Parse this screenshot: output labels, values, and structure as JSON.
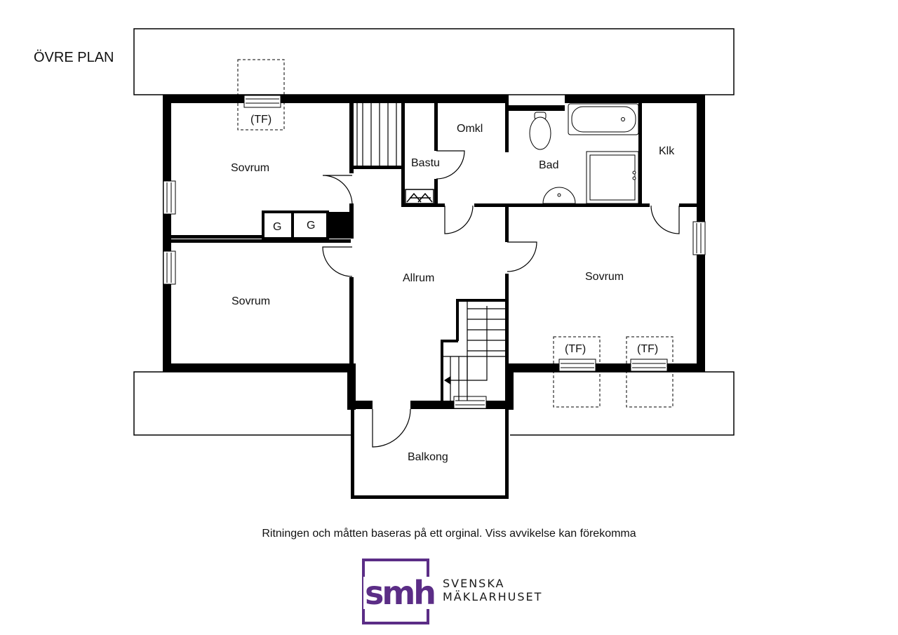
{
  "title": "ÖVRE PLAN",
  "rooms": {
    "sovrum_nw": "Sovrum",
    "sovrum_sw": "Sovrum",
    "sovrum_e": "Sovrum",
    "allrum": "Allrum",
    "bastu": "Bastu",
    "omkl": "Omkl",
    "bad": "Bad",
    "klk": "Klk",
    "balkong": "Balkong"
  },
  "closets": {
    "g1": "G",
    "g2": "G"
  },
  "skylights": {
    "tf1": "(TF)",
    "tf2": "(TF)",
    "tf3": "(TF)"
  },
  "disclaimer": "Ritningen och måtten baseras på ett orginal. Viss avvikelse kan förekomma",
  "logo": {
    "mark": "smh",
    "line1": "SVENSKA",
    "line2": "MÄKLARHUSET"
  },
  "colors": {
    "wall": "#000000",
    "brand": "#5b2d86"
  }
}
